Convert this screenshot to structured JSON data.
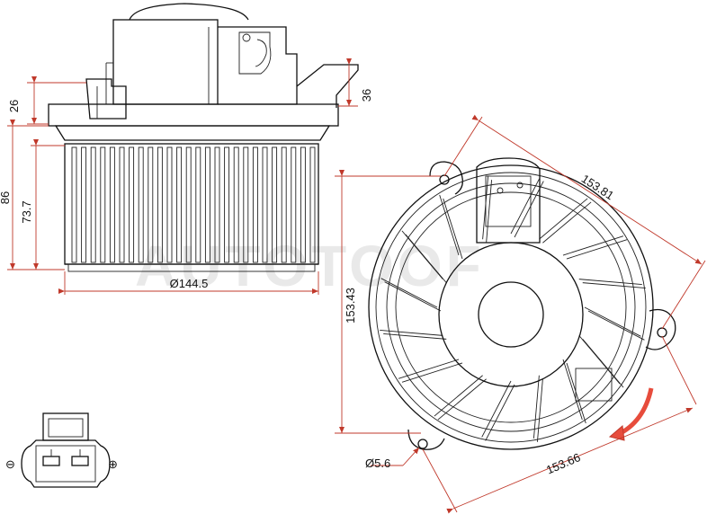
{
  "watermark": "AUTOTOOF",
  "dimensions": {
    "flange_height": "26",
    "cover_height": "36",
    "total_height": "86",
    "wheel_height": "73.7",
    "wheel_diameter": "Ø144.5",
    "housing_height": "153.43",
    "housing_width_top": "153.81",
    "housing_width_bottom": "153.66",
    "hole_diameter": "Ø5.6"
  },
  "connector": {
    "minus_symbol": "⊖",
    "plus_symbol": "⊕"
  },
  "colors": {
    "dimension": "#c0392b",
    "rotation_arrow": "#e74c3c"
  }
}
